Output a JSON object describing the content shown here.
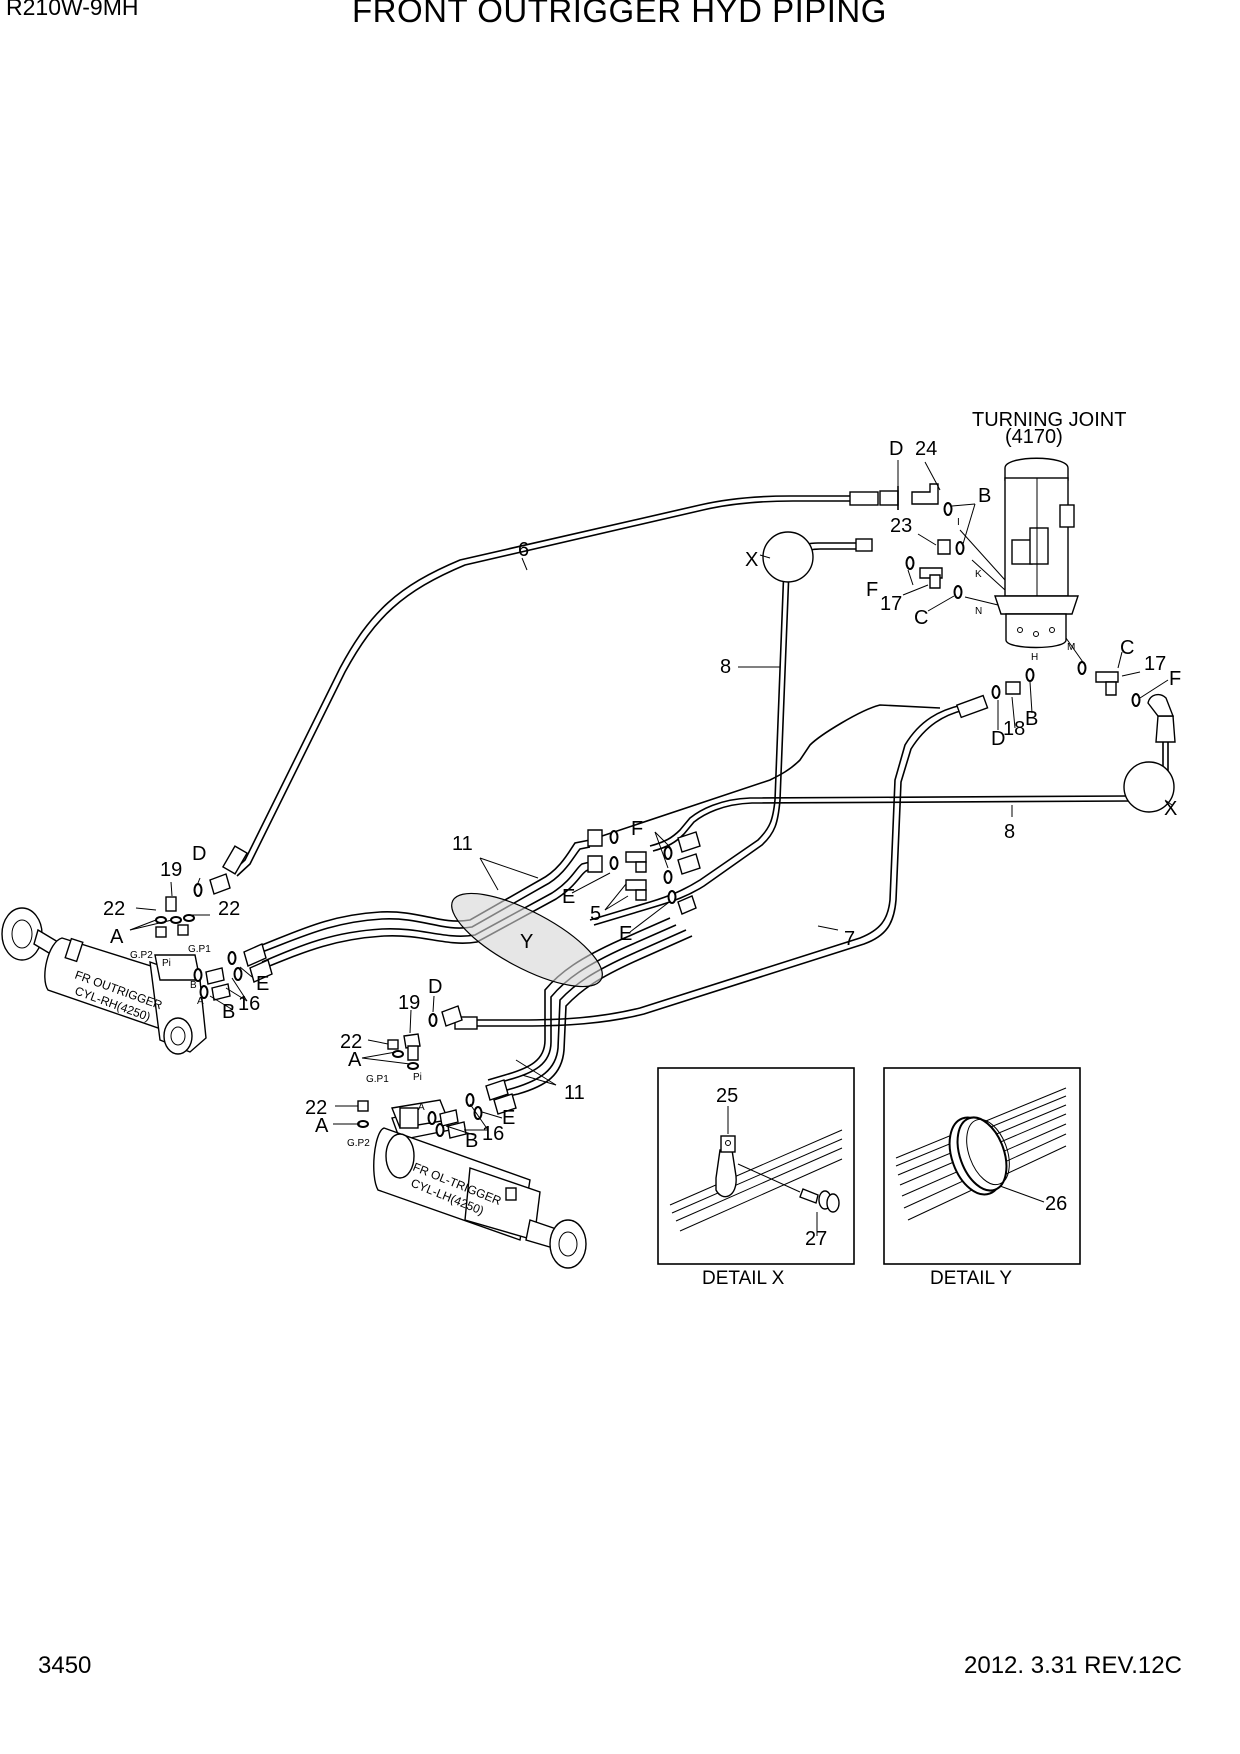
{
  "header": {
    "model": "R210W-9MH",
    "title": "FRONT OUTRIGGER HYD PIPING"
  },
  "footer": {
    "page_number": "3450",
    "revision": "2012. 3.31  REV.12C"
  },
  "turning_joint": {
    "name": "TURNING JOINT",
    "code": "(4170)",
    "port_letters": [
      "I",
      "K",
      "N",
      "M",
      "H"
    ]
  },
  "cylinders": {
    "rh_text_line1": "FR OUTRIGGER",
    "rh_text_line2": "CYL-RH(4250)",
    "lh_text_line1": "FR OL-TRIGGER",
    "lh_text_line2": "CYL-LH(4250)",
    "rh_ports": [
      "G.P2",
      "Pi",
      "G.P1",
      "B",
      "A"
    ],
    "lh_ports": [
      "G.P1",
      "Pi",
      "G.P2",
      "A",
      "B"
    ]
  },
  "callouts": {
    "top": [
      "D",
      "24",
      "B",
      "23",
      "X",
      "F",
      "17",
      "C",
      "6",
      "8"
    ],
    "right": [
      "C",
      "17",
      "F",
      "D",
      "18",
      "B",
      "X",
      "8"
    ],
    "middle": [
      "11",
      "F",
      "E",
      "5",
      "E",
      "7",
      "Y"
    ],
    "rh_cyl": [
      "D",
      "19",
      "22",
      "22",
      "A",
      "E",
      "B",
      "16"
    ],
    "lh_cyl": [
      "D",
      "19",
      "22",
      "A",
      "22",
      "A",
      "11",
      "E",
      "B",
      "16"
    ]
  },
  "details": {
    "x_caption": "DETAIL  X",
    "x_parts": [
      "25",
      "27"
    ],
    "y_caption": "DETAIL  Y",
    "y_parts": [
      "26"
    ]
  }
}
